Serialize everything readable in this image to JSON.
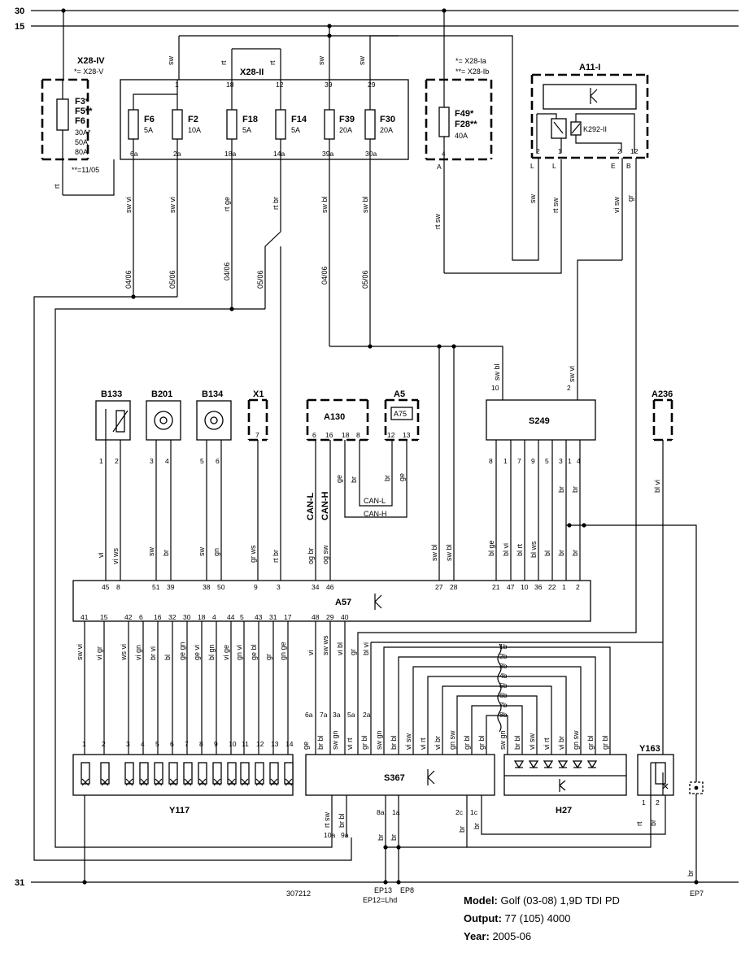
{
  "rails": {
    "r30": "30",
    "r15": "15",
    "r31": "31"
  },
  "fuse_boxes": {
    "x28iv": {
      "title": "X28-IV",
      "alt": "*= X28-V",
      "fuses": [
        "F3*",
        "F5**",
        "F6"
      ],
      "ratings": [
        "30A*",
        "50A",
        "80A"
      ],
      "note": "**=11/05"
    },
    "x28ii": {
      "title": "X28-II"
    },
    "x28ia": {
      "alt1": "*= X28-Ia",
      "alt2": "**= X28-Ib",
      "fuses": [
        "F49*",
        "F28**"
      ],
      "rating": "40A",
      "pin_in": "4",
      "pin_out": "A"
    }
  },
  "fuses": [
    {
      "name": "F6",
      "rating": "5A",
      "pin_in": "1",
      "pin_out": "6a"
    },
    {
      "name": "F2",
      "rating": "10A",
      "pin_in": "",
      "pin_out": "2a"
    },
    {
      "name": "F18",
      "rating": "5A",
      "pin_in": "18",
      "pin_out": "18a"
    },
    {
      "name": "F14",
      "rating": "5A",
      "pin_in": "12",
      "pin_out": "14a"
    },
    {
      "name": "F39",
      "rating": "20A",
      "pin_in": "39",
      "pin_out": "39a"
    },
    {
      "name": "F30",
      "rating": "20A",
      "pin_in": "29",
      "pin_out": "30a"
    }
  ],
  "relay": {
    "title": "A11-I",
    "relay": "K292-II",
    "pins": [
      "2",
      "1",
      "2",
      "12"
    ],
    "pins2": [
      "L",
      "L",
      "E",
      "B"
    ]
  },
  "components": {
    "b133": "B133",
    "b201": "B201",
    "b134": "B134",
    "x1": "X1",
    "a130": "A130",
    "a5": "A5",
    "a5_inner": "A75",
    "s249": "S249",
    "a236": "A236",
    "a57": "A57",
    "y117": "Y117",
    "s367": "S367",
    "h27": "H27",
    "y163": "Y163"
  },
  "wire_colors": {
    "sw": "sw",
    "rt": "rt",
    "swvi": "sw vi",
    "rtge": "rt ge",
    "rtbr": "rt br",
    "swbl": "sw bl",
    "rtsw": "rt sw",
    "visw": "vi sw",
    "gr": "gr",
    "vi": "vi",
    "viws": "vi ws",
    "br": "br",
    "gn": "gn",
    "grws": "gr ws",
    "ogbr": "og br",
    "ogsw": "og sw",
    "ge": "ge",
    "blge": "bl ge",
    "blvi": "bl vi",
    "blrt": "bl rt",
    "blws": "bl ws",
    "bl": "bl",
    "vigr": "vi gr",
    "wsvi": "ws vi",
    "vign": "vi gn",
    "brvi": "br vi",
    "gegn": "ge gn",
    "blgn": "bl gn",
    "vige": "vi ge",
    "gnvi": "gn vi",
    "gebl": "ge bl",
    "gnge": "gn ge",
    "swgn": "sw gn",
    "virt": "vi rt",
    "grbl": "gr bl",
    "brbl": "br bl",
    "vibr": "vi br",
    "gnsw": "gn sw",
    "canl": "CAN-L",
    "canh": "CAN-H"
  },
  "dates": {
    "d0406": "04/06",
    "d0506": "05/06"
  },
  "a57_top_pins": [
    "45",
    "8",
    "51",
    "39",
    "38",
    "50",
    "9",
    "3",
    "34",
    "46",
    "27",
    "28",
    "21",
    "47",
    "10",
    "36",
    "22",
    "1",
    "2"
  ],
  "a57_bottom_pins": [
    "41",
    "15",
    "42",
    "6",
    "16",
    "32",
    "30",
    "18",
    "4",
    "44",
    "5",
    "43",
    "31",
    "17",
    "48",
    "29",
    "40"
  ],
  "y117_pins": [
    "1",
    "2",
    "3",
    "4",
    "5",
    "6",
    "7",
    "8",
    "9",
    "10",
    "11",
    "12",
    "13",
    "14"
  ],
  "s249_pins": [
    "8",
    "1",
    "7",
    "9",
    "5",
    "3",
    "1",
    "4"
  ],
  "s249_top": [
    "10",
    "2"
  ],
  "a130_pins": [
    "6",
    "16",
    "18",
    "8"
  ],
  "a5_pins": [
    "12",
    "13"
  ],
  "sensor_pins": {
    "b133": [
      "1",
      "2"
    ],
    "b201": [
      "3",
      "4"
    ],
    "b134": [
      "5",
      "6"
    ],
    "x1": "7"
  },
  "s367_top_pins": [
    "6a",
    "7a",
    "3a",
    "5a",
    "2a"
  ],
  "s367_bottom_pins": [
    "8a",
    "1a",
    "2c",
    "1c",
    "10a",
    "9a"
  ],
  "h27_pins": [
    "1b",
    "2b",
    "3b",
    "4b",
    "5b",
    "6b",
    "7b",
    "8b"
  ],
  "y163_pins": [
    "1",
    "2"
  ],
  "ground_points": {
    "ep13": "EP13",
    "ep8": "EP8",
    "ep12": "EP12=Lhd",
    "ep7": "EP7"
  },
  "drawing_number": "307212",
  "footer": {
    "model_label": "Model:",
    "model_value": "Golf (03-08) 1,9D TDI PD",
    "output_label": "Output:",
    "output_value": "77 (105) 4000",
    "year_label": "Year:",
    "year_value": "2005-06"
  }
}
